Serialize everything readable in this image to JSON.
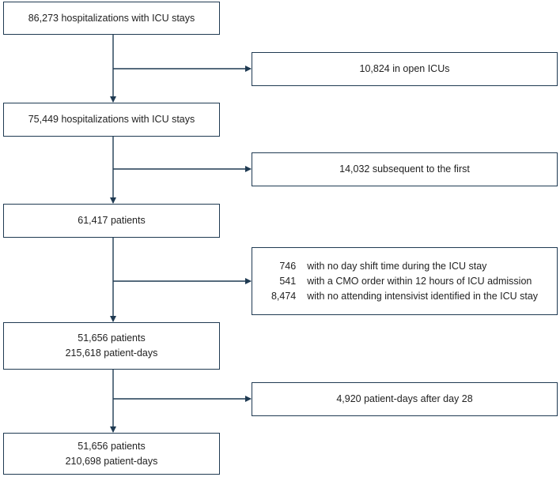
{
  "flowchart": {
    "boxes": {
      "hospitalizations_all": "86,273 hospitalizations with ICU stays",
      "excluded_open_icus": "10,824 in open ICUs",
      "hospitalizations_closed": "75,449 hospitalizations with ICU stays",
      "excluded_subsequent": "14,032 subsequent to the first",
      "patients_first": "61,417 patients",
      "excluded_criteria": [
        {
          "count": "746",
          "reason": "with no day shift time during the ICU stay"
        },
        {
          "count": "541",
          "reason": "with a CMO order within 12 hours of ICU admission"
        },
        {
          "count": "8,474",
          "reason": "with no attending intensivist identified in the ICU stay"
        }
      ],
      "patients_analytic": {
        "patients": "51,656 patients",
        "patient_days": "215,618 patient-days"
      },
      "excluded_after_day28": "4,920 patient-days after day 28",
      "patients_final": {
        "patients": "51,656 patients",
        "patient_days": "210,698 patient-days"
      }
    }
  },
  "colors": {
    "line": "#1f3a52",
    "text": "#222222",
    "background": "#ffffff"
  }
}
